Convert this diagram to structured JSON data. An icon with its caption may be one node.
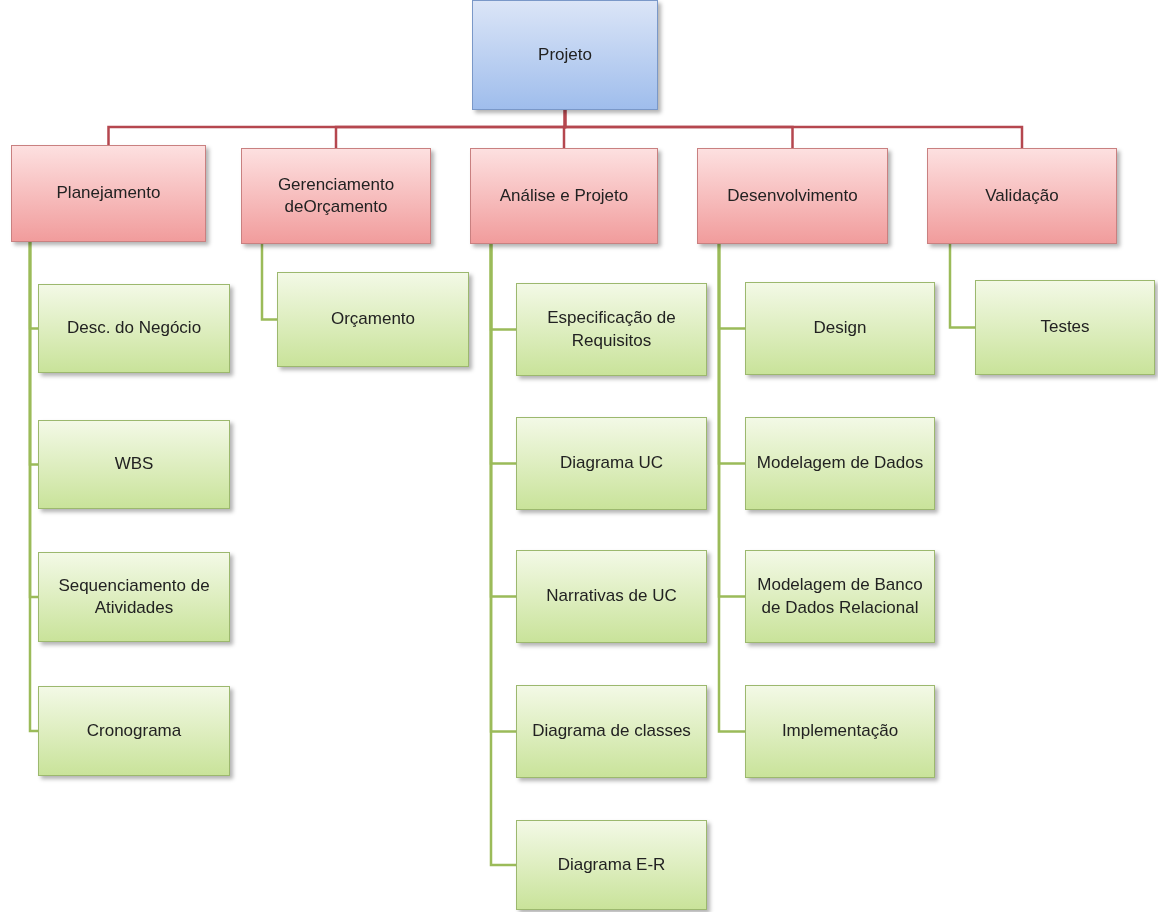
{
  "diagram": {
    "nodes": [
      {
        "text": [
          "Projeto"
        ]
      },
      {
        "text": [
          "Planejamento"
        ]
      },
      {
        "text": [
          "Gerenciamento deOrçamento"
        ]
      },
      {
        "text": [
          "Análise e Projeto"
        ]
      },
      {
        "text": [
          "Desenvolvimento"
        ]
      },
      {
        "text": [
          "Validação"
        ]
      },
      {
        "text": [
          "Desc. do Negócio"
        ]
      },
      {
        "text": [
          "WBS"
        ]
      },
      {
        "text": [
          "Sequenciamento de Atividades"
        ]
      },
      {
        "text": [
          "Cronograma"
        ]
      },
      {
        "text": [
          "Orçamento"
        ]
      },
      {
        "text": [
          "Especificação de Requisitos"
        ]
      },
      {
        "text": [
          "Diagrama UC"
        ]
      },
      {
        "text": [
          "Narrativas de UC"
        ]
      },
      {
        "text": [
          "Diagrama de classes"
        ]
      },
      {
        "text": [
          "Diagrama E-R"
        ]
      },
      {
        "text": [
          "Design"
        ]
      },
      {
        "text": [
          "Modelagem de Dados"
        ]
      },
      {
        "text": [
          "Modelagem de Banco de Dados Relacional"
        ]
      },
      {
        "text": [
          "Implementação"
        ]
      },
      {
        "text": [
          "Testes"
        ]
      }
    ],
    "edges": [
      {
        "from": 0,
        "to": 1,
        "arrow": "none",
        "color": "#b5474f"
      },
      {
        "from": 0,
        "to": 2,
        "arrow": "none",
        "color": "#b5474f"
      },
      {
        "from": 0,
        "to": 3,
        "arrow": "none",
        "color": "#b5474f"
      },
      {
        "from": 0,
        "to": 4,
        "arrow": "none",
        "color": "#b5474f"
      },
      {
        "from": 0,
        "to": 5,
        "arrow": "none",
        "color": "#b5474f"
      },
      {
        "from": 1,
        "to": 6,
        "arrow": "none"
      },
      {
        "from": 1,
        "to": 7,
        "arrow": "none"
      },
      {
        "from": 1,
        "to": 8,
        "arrow": "none"
      },
      {
        "from": 1,
        "to": 9,
        "arrow": "none"
      },
      {
        "from": 2,
        "to": 10,
        "arrow": "none"
      },
      {
        "from": 3,
        "to": 11,
        "arrow": "none"
      },
      {
        "from": 3,
        "to": 12,
        "arrow": "none"
      },
      {
        "from": 3,
        "to": 13,
        "arrow": "none"
      },
      {
        "from": 3,
        "to": 14,
        "arrow": "none"
      },
      {
        "from": 3,
        "to": 15,
        "arrow": "none"
      },
      {
        "from": 4,
        "to": 16,
        "arrow": "none"
      },
      {
        "from": 4,
        "to": 17,
        "arrow": "none"
      },
      {
        "from": 4,
        "to": 18,
        "arrow": "none"
      },
      {
        "from": 4,
        "to": 19,
        "arrow": "none"
      },
      {
        "from": 5,
        "to": 20,
        "arrow": "none"
      }
    ]
  }
}
